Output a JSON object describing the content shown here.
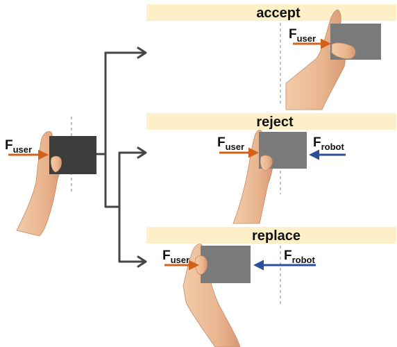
{
  "panels": {
    "accept": {
      "title": "accept"
    },
    "reject": {
      "title": "reject"
    },
    "replace": {
      "title": "replace"
    }
  },
  "forces": {
    "user": {
      "symbol": "F",
      "subscript": "user",
      "color": "#d0621b"
    },
    "robot": {
      "symbol": "F",
      "subscript": "robot",
      "color": "#2b4f9c"
    }
  },
  "colors": {
    "banner": "#fdf0c8",
    "box_initial": "#3c3c3c",
    "box": "#7a7a7a",
    "connector": "#444444",
    "guide": "#aaaaaa",
    "skin": "#eab893",
    "skin_shade": "#d89a75"
  }
}
